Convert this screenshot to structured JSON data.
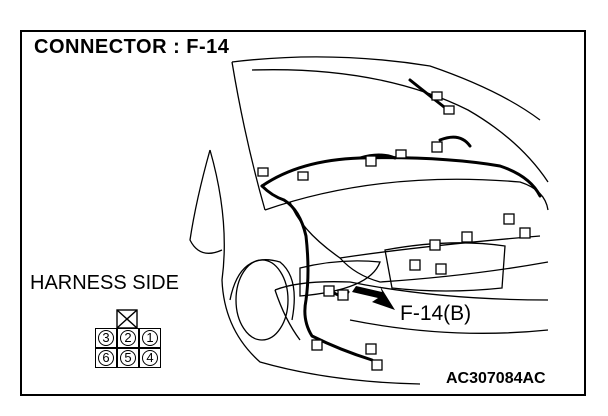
{
  "title": "CONNECTOR : F-14",
  "harness_label": "HARNESS SIDE",
  "callout_label": "F-14(B)",
  "figure_code": "AC307084AC",
  "connector": {
    "top_row": [
      "3",
      "2",
      "1"
    ],
    "bottom_row": [
      "6",
      "5",
      "4"
    ]
  },
  "icons": [
    "arrow-pointer-icon",
    "lock-tab-icon"
  ]
}
